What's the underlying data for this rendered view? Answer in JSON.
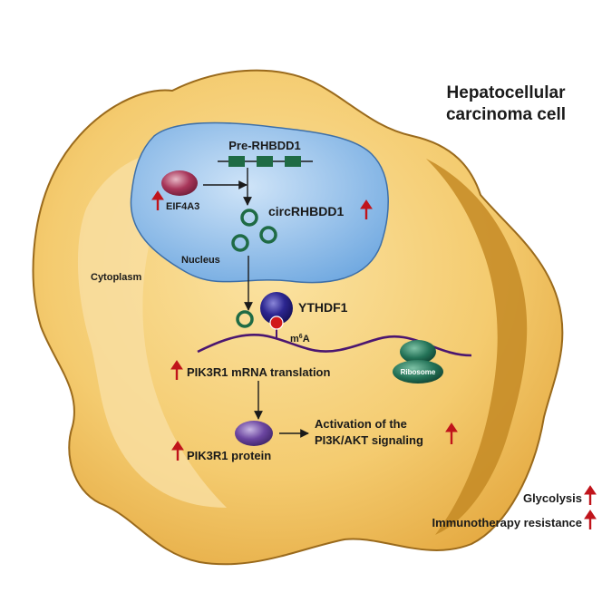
{
  "title_line1": "Hepatocellular",
  "title_line2": "carcinoma cell",
  "labels": {
    "pre_gene": "Pre-RHBDD1",
    "eif4a3": "EIF4A3",
    "circ": "circRHBDD1",
    "nucleus": "Nucleus",
    "cytoplasm": "Cytoplasm",
    "ythdf1": "YTHDF1",
    "m6a_base": "m",
    "m6a_sup": "6",
    "m6a_tail": "A",
    "ribosome": "Ribosome",
    "translation": "PIK3R1 mRNA translation",
    "protein": "PIK3R1 protein",
    "activation_line1": "Activation of the",
    "activation_line2": "PI3K/AKT signaling",
    "glycolysis": "Glycolysis",
    "resistance": "Immunotherapy resistance"
  },
  "colors": {
    "cell_fill": "#f0c35e",
    "cell_edge": "#c48a25",
    "nucleus_fill": "#8fbde8",
    "exon": "#1f6b45",
    "circ_ring": "#1f6b45",
    "mrna": "#4b1670",
    "ythdf1": "#241f7a",
    "m6a_mark": "#d11a1a",
    "eif4a3": "#8e2a4a",
    "protein": "#5f3c8c",
    "ribosome": "#1f6b50",
    "up_arrow": "#c0141b"
  }
}
